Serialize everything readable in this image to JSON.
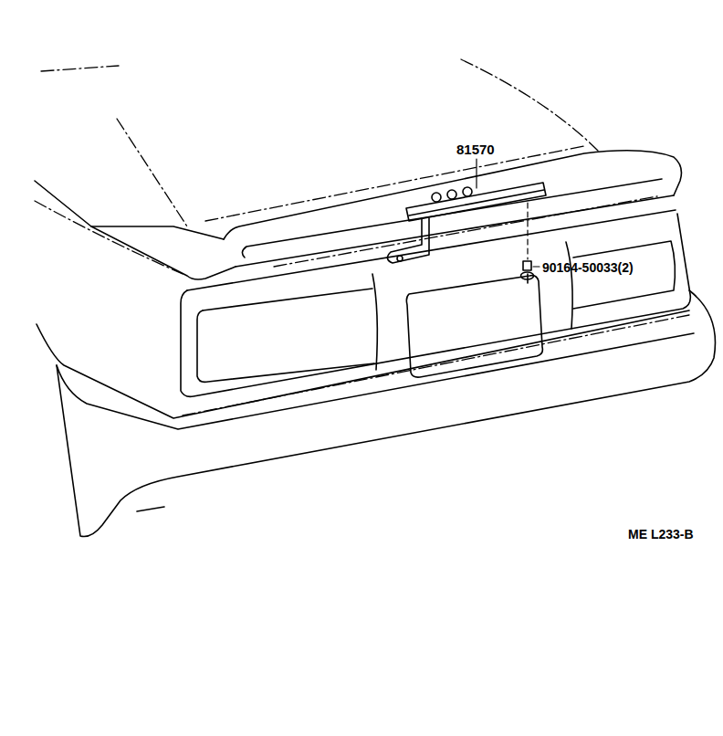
{
  "diagram": {
    "labels": [
      "81570",
      "90164-50033(2)",
      "ME L233-B"
    ]
  }
}
